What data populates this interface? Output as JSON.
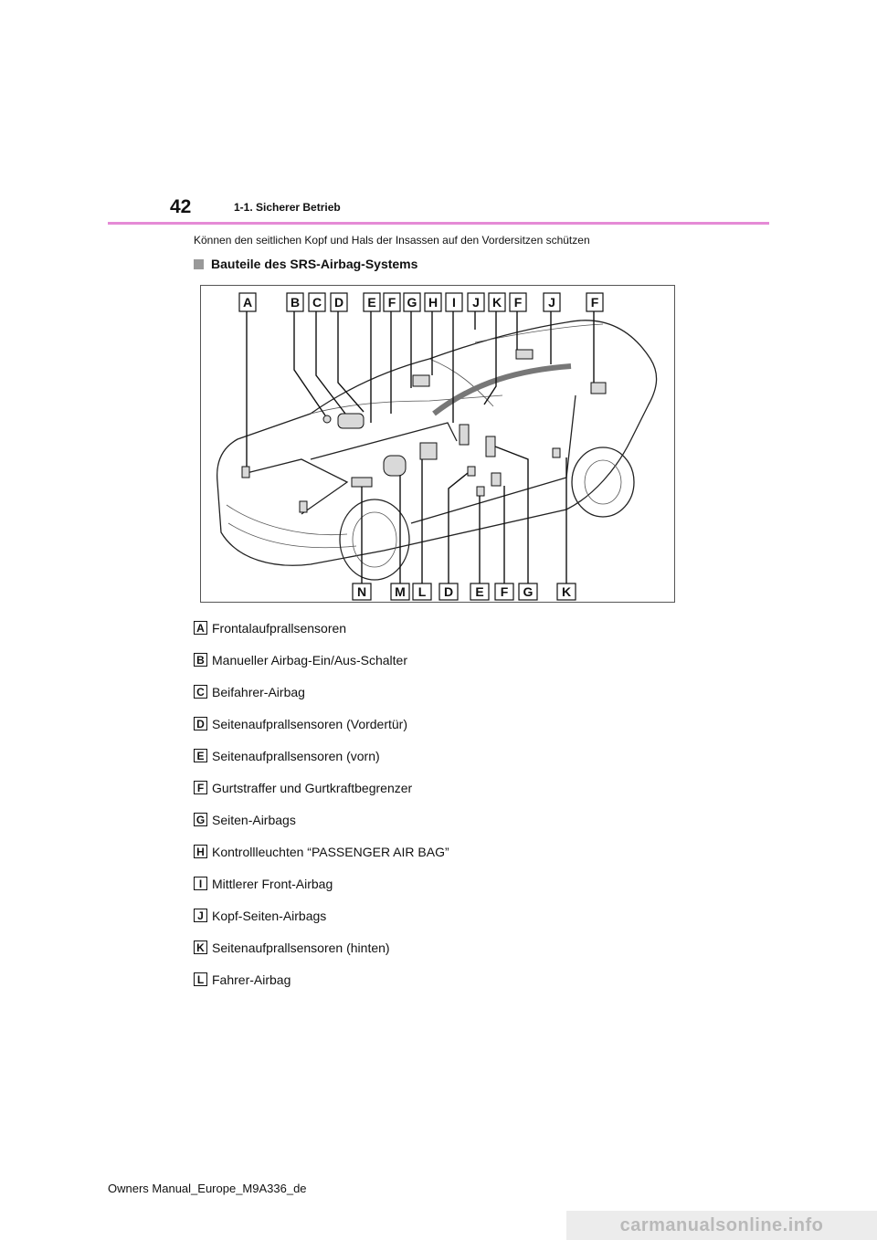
{
  "header": {
    "page_number": "42",
    "section_title": "1-1. Sicherer Betrieb",
    "rule_color": "#e58ad6"
  },
  "intro_text": "Können den seitlichen Kopf und Hals der Insassen auf den Vordersitzen schützen",
  "subheading": "Bauteile des SRS-Airbag-Systems",
  "figure": {
    "top_labels": [
      "A",
      "B",
      "C",
      "D",
      "E",
      "F",
      "G",
      "H",
      "I",
      "J",
      "K",
      "F",
      "J",
      "F"
    ],
    "bottom_labels": [
      "N",
      "M",
      "L",
      "D",
      "E",
      "F",
      "G",
      "K"
    ]
  },
  "legend": [
    {
      "key": "A",
      "text": "Frontalaufprallsensoren"
    },
    {
      "key": "B",
      "text": "Manueller Airbag-Ein/Aus-Schalter"
    },
    {
      "key": "C",
      "text": "Beifahrer-Airbag"
    },
    {
      "key": "D",
      "text": "Seitenaufprallsensoren (Vordertür)"
    },
    {
      "key": "E",
      "text": "Seitenaufprallsensoren (vorn)"
    },
    {
      "key": "F",
      "text": "Gurtstraffer und Gurtkraftbegrenzer"
    },
    {
      "key": "G",
      "text": "Seiten-Airbags"
    },
    {
      "key": "H",
      "text": "Kontrollleuchten “PASSENGER AIR BAG”"
    },
    {
      "key": "I",
      "text": "Mittlerer Front-Airbag"
    },
    {
      "key": "J",
      "text": "Kopf-Seiten-Airbags"
    },
    {
      "key": "K",
      "text": "Seitenaufprallsensoren (hinten)"
    },
    {
      "key": "L",
      "text": "Fahrer-Airbag"
    }
  ],
  "footer": "Owners Manual_Europe_M9A336_de",
  "watermark": "carmanualsonline.info"
}
